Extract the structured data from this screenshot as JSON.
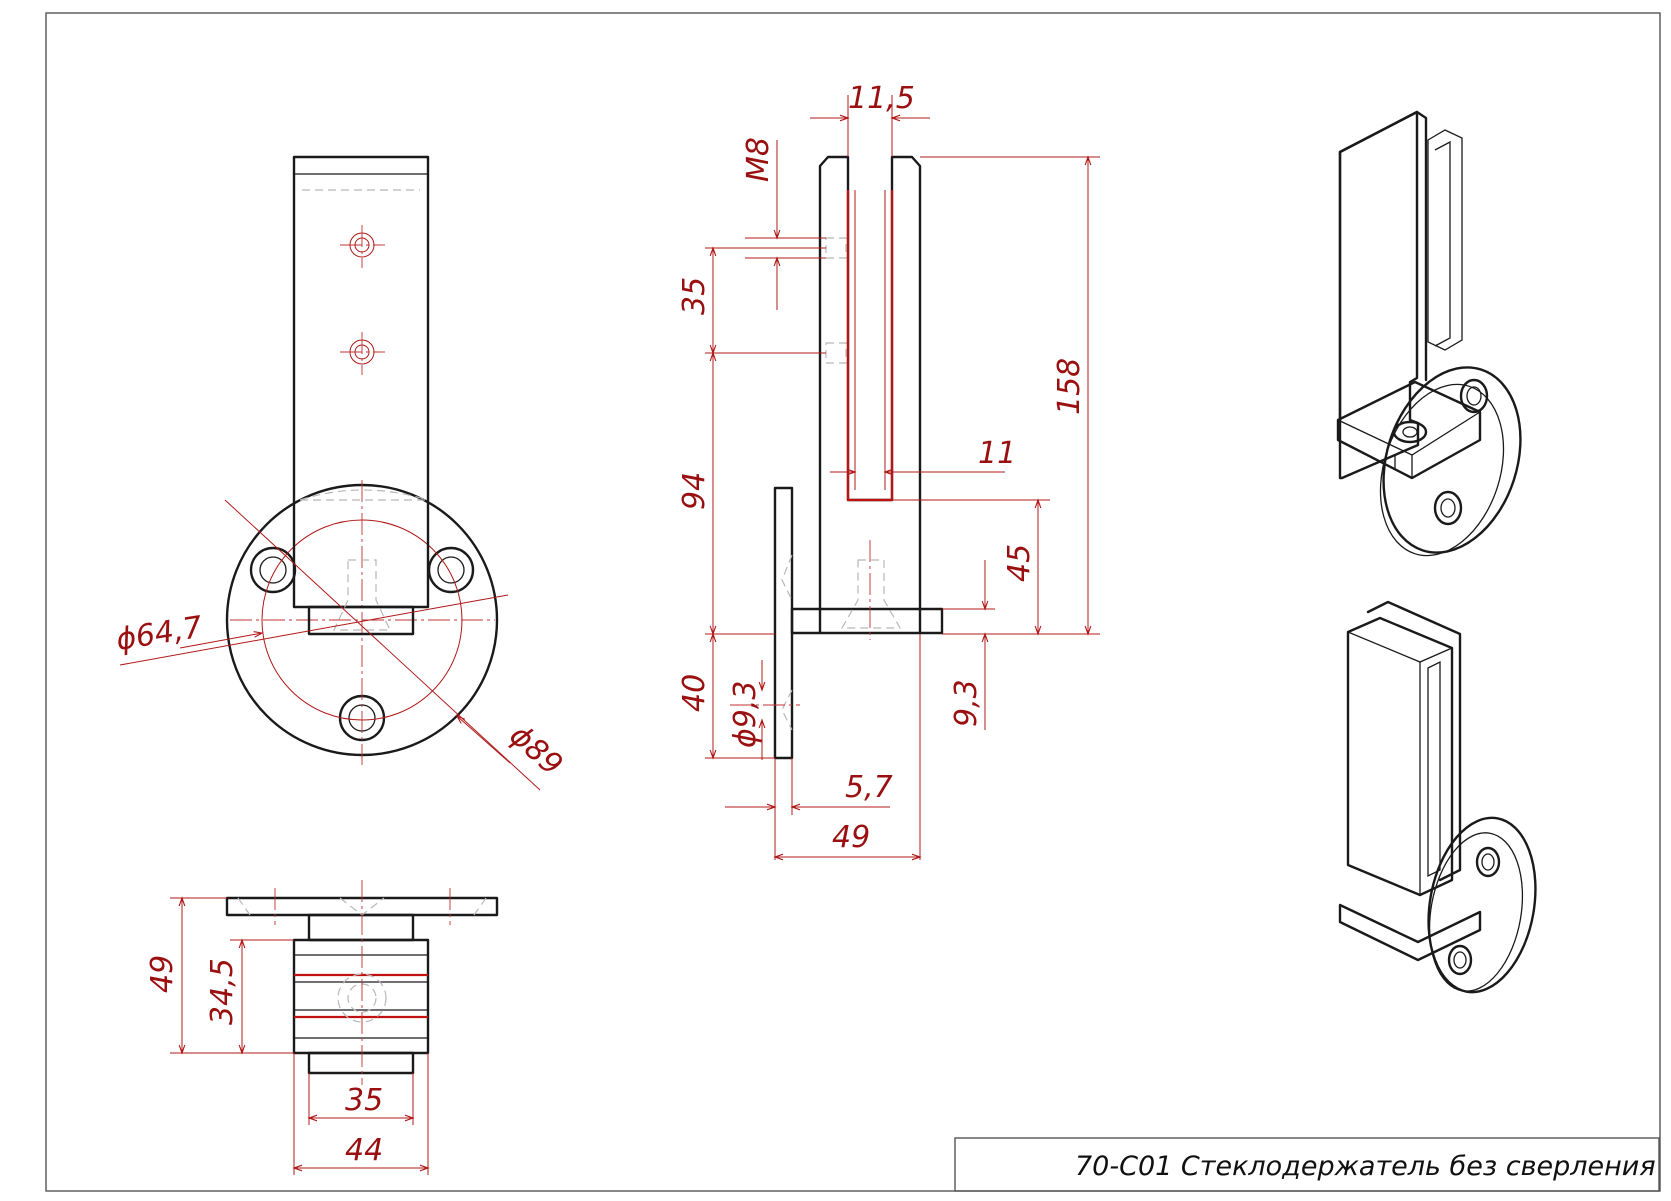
{
  "title_block": {
    "text": "70-C01  Стеклодержатель без сверления"
  },
  "dimensions": {
    "d_64_7": "ϕ64,7",
    "d_89": "ϕ89",
    "w_11_5": "11,5",
    "thread_m8": "M8",
    "h_35": "35",
    "h_94": "94",
    "h_40": "40",
    "d_9_3": "ϕ9,3",
    "h_158": "158",
    "w_11": "11",
    "h_45": "45",
    "h_9_3": "9,3",
    "w_5_7": "5,7",
    "w_49_side": "49",
    "h_49_bottom": "49",
    "h_34_5": "34,5",
    "w_35": "35",
    "w_44": "44"
  },
  "colors": {
    "outline": "#1a1a1a",
    "dimension": "#b01818",
    "hidden": "#b8b8b8"
  }
}
